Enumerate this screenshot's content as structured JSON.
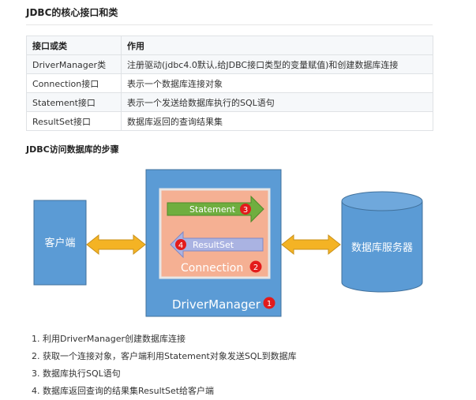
{
  "header": {
    "title": "JDBC的核心接口和类"
  },
  "table": {
    "headers": [
      "接口或类",
      "作用"
    ],
    "rows": [
      [
        "DriverManager类",
        "注册驱动(jdbc4.0默认,给JDBC接口类型的变量赋值)和创建数据库连接"
      ],
      [
        "Connection接口",
        "表示一个数据库连接对象"
      ],
      [
        "Statement接口",
        "表示一个发送给数据库执行的SQL语句"
      ],
      [
        "ResultSet接口",
        "数据库返回的查询结果集"
      ]
    ]
  },
  "section2": {
    "title": "JDBC访问数据库的步骤"
  },
  "diagram": {
    "client_label": "客户端",
    "db_label": "数据库服务器",
    "driver_label": "DriverManager",
    "driver_num": "1",
    "connection_label": "Connection",
    "connection_num": "2",
    "statement_label": "Statement",
    "statement_num": "3",
    "resultset_label": "ResultSet",
    "resultset_num": "4",
    "colors": {
      "blue": "#5b9bd5",
      "orange_box": "#f5b093",
      "green": "#6fae3f",
      "lavender": "#aab3e2",
      "yellow": "#f4b324",
      "red": "#e31b1b"
    }
  },
  "steps": [
    "1. 利用DriverManager创建数据库连接",
    "2. 获取一个连接对象，客户端利用Statement对象发送SQL到数据库",
    "3. 数据库执行SQL语句",
    "4. 数据库返回查询的结果集ResultSet给客户端"
  ]
}
